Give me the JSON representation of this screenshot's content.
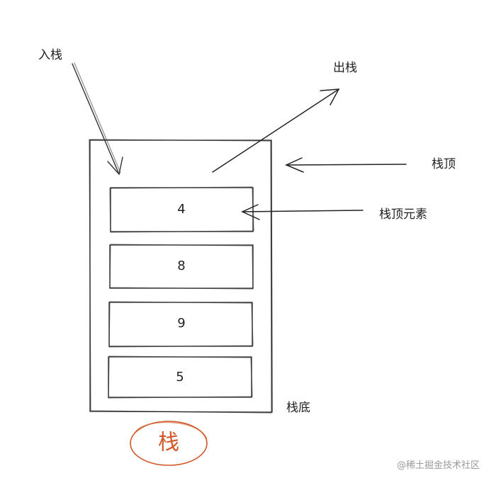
{
  "diagram": {
    "labels": {
      "push": "入栈",
      "pop": "出栈",
      "top": "栈顶",
      "top_element": "栈顶元素",
      "bottom": "栈底"
    },
    "stack_elements": [
      "4",
      "8",
      "9",
      "5"
    ],
    "caption": "栈",
    "colors": {
      "ink": "#222222",
      "caption": "#d2582a",
      "watermark": "#9a9a9a"
    }
  },
  "watermark": "@稀土掘金技术社区"
}
